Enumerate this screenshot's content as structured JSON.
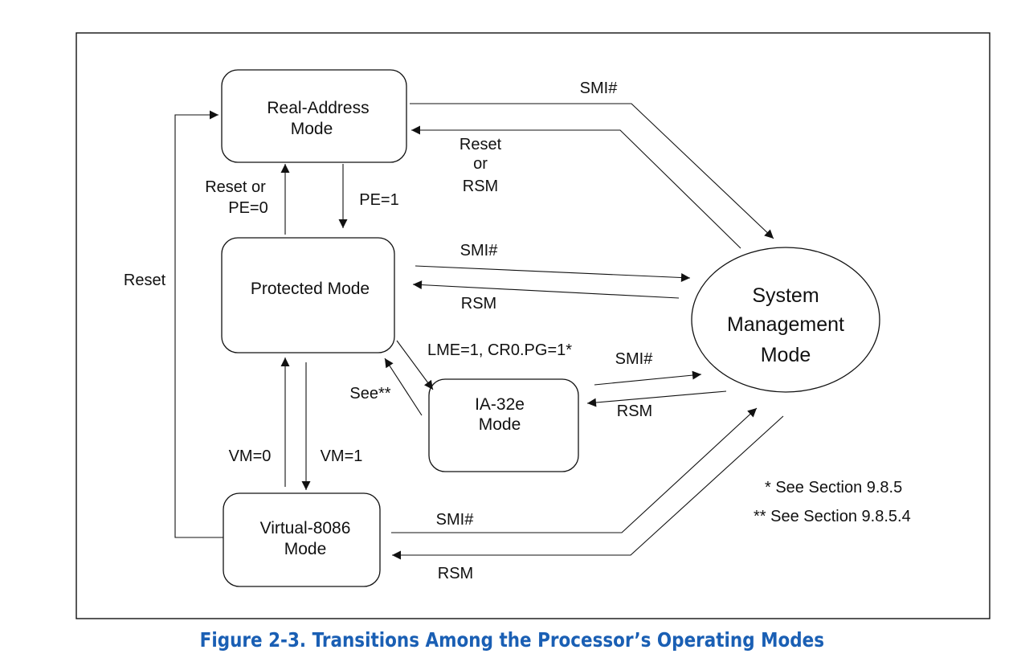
{
  "diagram": {
    "nodes": {
      "real_address": [
        "Real-Address",
        "Mode"
      ],
      "protected": "Protected Mode",
      "ia32e": [
        "IA-32e",
        "Mode"
      ],
      "virtual8086": [
        "Virtual-8086",
        "Mode"
      ],
      "smm": [
        "System",
        "Management",
        "Mode"
      ]
    },
    "edges": {
      "reset_outer": "Reset",
      "reset_or_pe0": [
        "Reset or",
        "PE=0"
      ],
      "pe1": "PE=1",
      "real_to_smm": "SMI#",
      "smm_to_real": [
        "Reset",
        "or",
        "RSM"
      ],
      "prot_to_smm": "SMI#",
      "smm_to_prot": "RSM",
      "lme": "LME=1, CR0.PG=1*",
      "see_star2": "See**",
      "ia32e_to_smm": "SMI#",
      "smm_to_ia32e": "RSM",
      "vm0": "VM=0",
      "vm1": "VM=1",
      "v86_to_smm": "SMI#",
      "smm_to_v86": "RSM"
    },
    "notes": [
      "* See Section 9.8.5",
      "** See Section 9.8.5.4"
    ]
  },
  "caption": "Figure 2-3.  Transitions Among the Processor’s Operating Modes"
}
